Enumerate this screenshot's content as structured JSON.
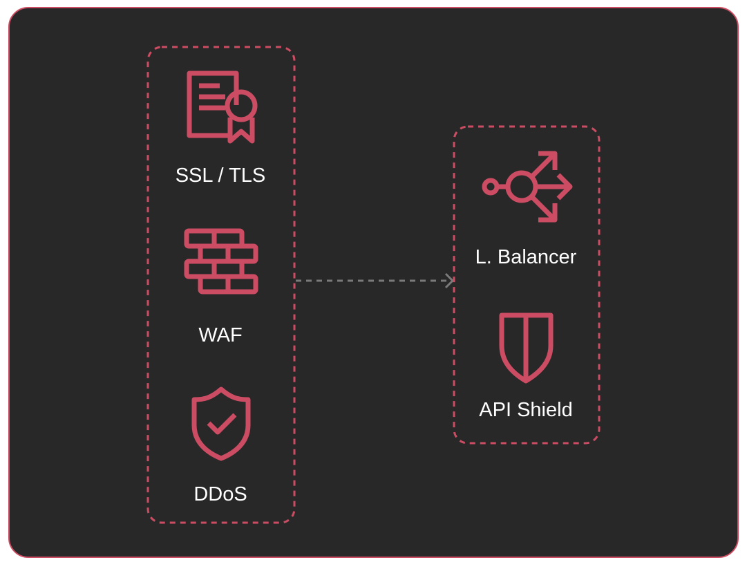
{
  "colors": {
    "background": "#282828",
    "accent": "#cc4d63",
    "connector": "#7a7a7a",
    "text": "#ffffff"
  },
  "left_group": {
    "items": [
      {
        "label": "SSL / TLS",
        "icon": "certificate-icon"
      },
      {
        "label": "WAF",
        "icon": "brick-wall-icon"
      },
      {
        "label": "DDoS",
        "icon": "shield-check-icon"
      }
    ]
  },
  "right_group": {
    "items": [
      {
        "label": "L. Balancer",
        "icon": "load-balancer-icon"
      },
      {
        "label": "API Shield",
        "icon": "shield-icon"
      }
    ]
  }
}
